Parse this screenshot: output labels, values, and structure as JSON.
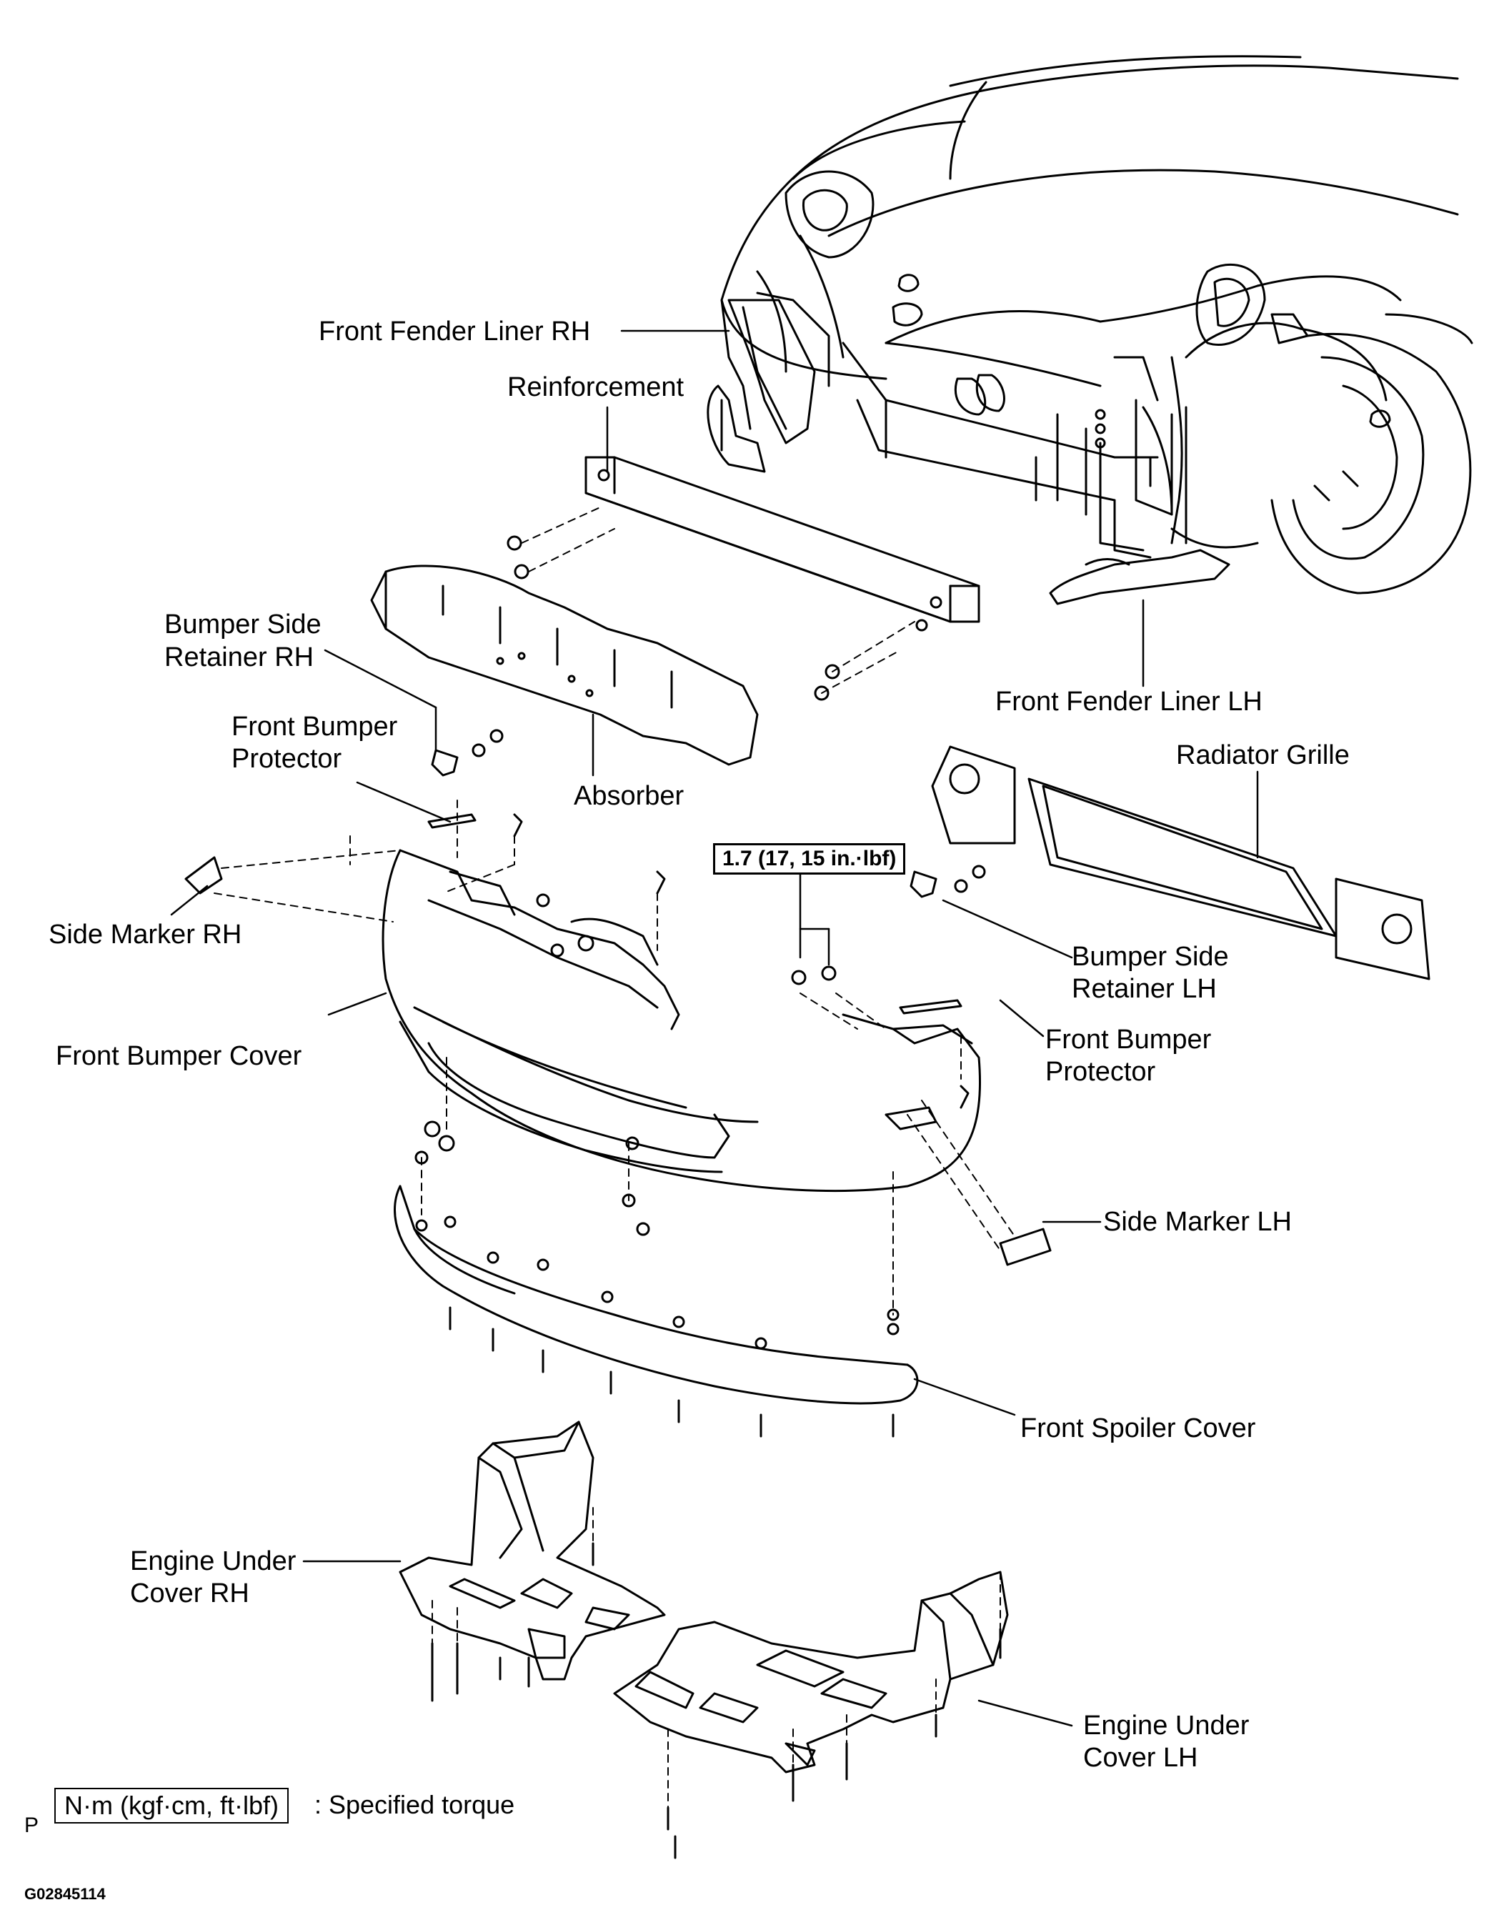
{
  "labels": {
    "front_fender_liner_rh": "Front Fender Liner RH",
    "reinforcement": "Reinforcement",
    "bumper_side_retainer_rh": [
      "Bumper Side",
      "Retainer RH"
    ],
    "front_bumper_protector_rh": [
      "Front Bumper",
      "Protector"
    ],
    "absorber": "Absorber",
    "front_fender_liner_lh": "Front Fender Liner LH",
    "radiator_grille": "Radiator Grille",
    "side_marker_rh": "Side Marker RH",
    "bumper_side_retainer_lh": [
      "Bumper  Side",
      "Retainer LH"
    ],
    "front_bumper_cover": "Front Bumper Cover",
    "front_bumper_protector_lh": [
      "Front Bumper",
      "Protector"
    ],
    "side_marker_lh": "Side Marker LH",
    "front_spoiler_cover": "Front Spoiler Cover",
    "engine_under_cover_rh": [
      "Engine Under",
      "Cover RH"
    ],
    "engine_under_cover_lh": [
      "Engine  Under",
      "Cover LH"
    ]
  },
  "torque_spec": "1.7 (17, 15 in.·lbf)",
  "legend": {
    "box": "N·m (kgf·cm, ft·lbf)",
    "text": ": Specified torque",
    "prefix": "P"
  },
  "figure_id": "G02845114"
}
